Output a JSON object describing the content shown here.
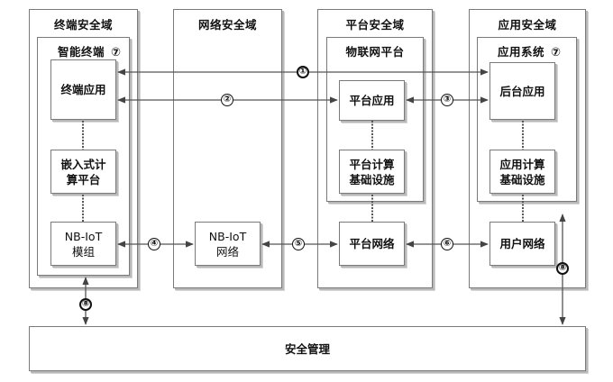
{
  "domains": [
    {
      "title": "终端安全域"
    },
    {
      "title": "网络安全域"
    },
    {
      "title": "平台安全域"
    },
    {
      "title": "应用安全域"
    }
  ],
  "groups": {
    "smart_terminal": {
      "title": "智能终端",
      "badge": "⑦"
    },
    "iot_platform": {
      "title": "物联网平台"
    },
    "app_system": {
      "title": "应用系统",
      "badge": "⑦"
    }
  },
  "nodes": {
    "terminal_app": "终端应用",
    "embedded_platform": "嵌入式计\n算平台",
    "nbiot_module": "NB-IoT\n模组",
    "nbiot_network": "NB-IoT\n网络",
    "platform_app": "平台应用",
    "platform_infra": "平台计算\n基础设施",
    "platform_network": "平台网络",
    "backend_app": "后台应用",
    "app_infra": "应用计算\n基础设施",
    "user_network": "用户网络"
  },
  "security_management": "安全管理",
  "connections": [
    {
      "id": "①",
      "from": "终端应用",
      "to": "后台应用"
    },
    {
      "id": "②",
      "from": "终端应用",
      "to": "平台应用"
    },
    {
      "id": "③",
      "from": "平台应用",
      "to": "后台应用"
    },
    {
      "id": "④",
      "from": "NB-IoT 模组",
      "to": "NB-IoT 网络"
    },
    {
      "id": "⑤",
      "from": "NB-IoT 网络",
      "to": "平台网络"
    },
    {
      "id": "⑥",
      "from": "平台网络",
      "to": "用户网络"
    },
    {
      "id": "⑧",
      "from": "智能终端",
      "to": "安全管理"
    },
    {
      "id": "⑧",
      "from": "应用系统",
      "to": "安全管理"
    }
  ]
}
